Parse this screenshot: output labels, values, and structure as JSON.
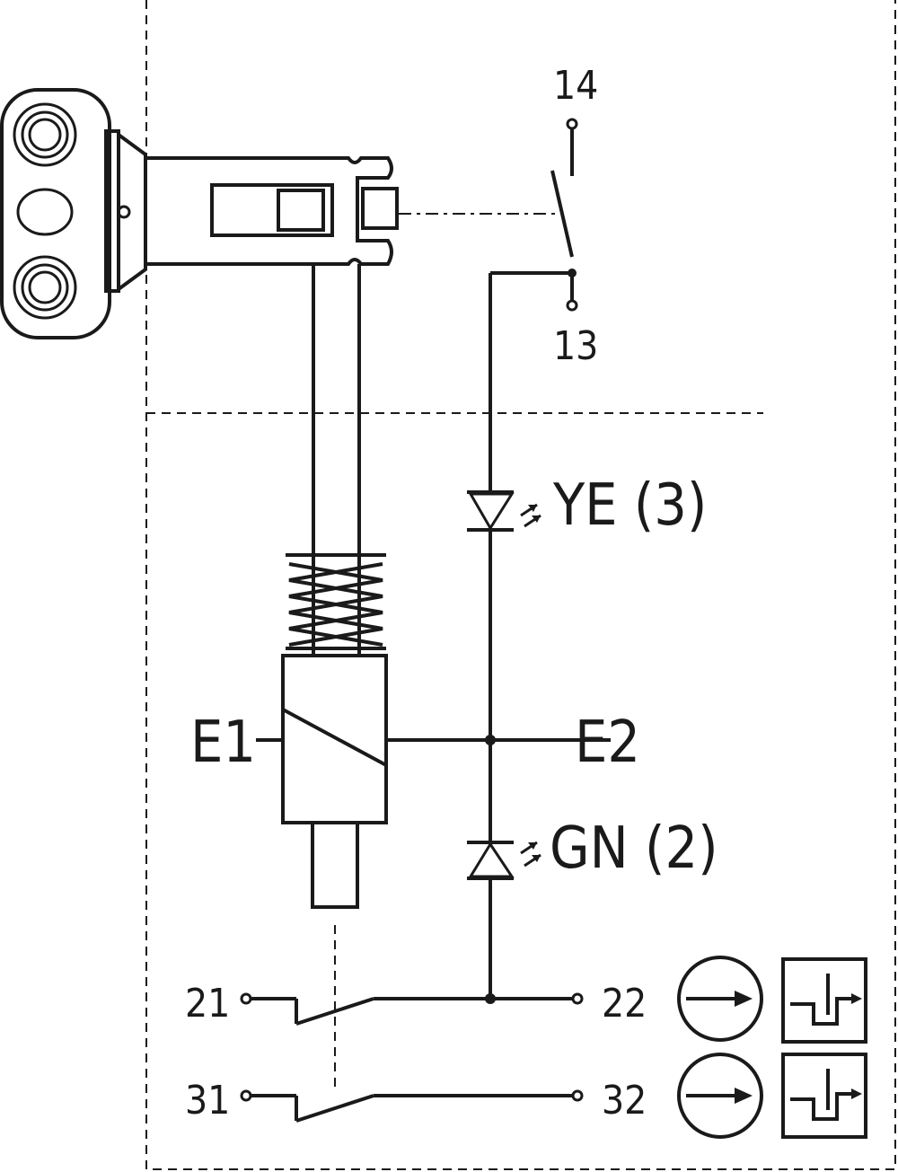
{
  "labels": {
    "t14": "14",
    "t13": "13",
    "led_yellow": "YE (3)",
    "led_green": "GN (2)",
    "e1": "E1",
    "e2": "E2",
    "t21": "21",
    "t22": "22",
    "t31": "31",
    "t32": "32"
  },
  "colors": {
    "ink": "#1a1a1a",
    "background": "#ffffff"
  },
  "icons": {
    "led_emission": "arrows-icon",
    "contact_direction": "arrow-right-circle-icon",
    "positive_opening": "step-arrow-icon"
  }
}
